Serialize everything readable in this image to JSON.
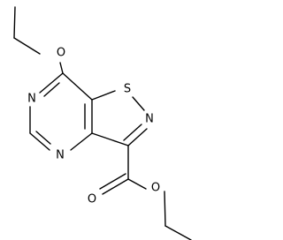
{
  "molecule": {
    "atoms": {
      "ether_oxygen": "O",
      "ring_sulfur": "S",
      "thiazole_nitrogen": "N",
      "pyrimidine_nitrogen_upper": "N",
      "pyrimidine_nitrogen_lower": "N",
      "carbonyl_oxygen": "O",
      "ester_oxygen": "O"
    }
  }
}
